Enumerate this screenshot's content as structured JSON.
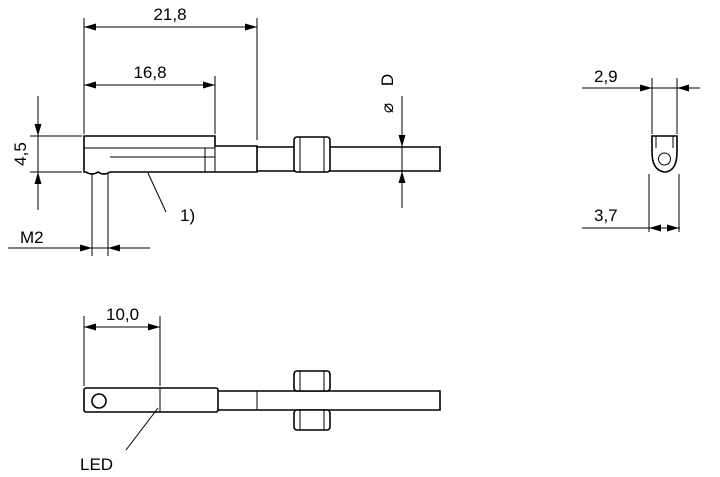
{
  "labels": {
    "dim_total_length": "21,8",
    "dim_body_length": "16,8",
    "dim_height": "4,5",
    "dim_thread": "M2",
    "dim_cable": "D",
    "diameter_symbol": "⌀",
    "note_ref": "1)",
    "dim_end_width": "2,9",
    "dim_end_total": "3,7",
    "dim_led_pos": "10,0",
    "led_label": "LED"
  }
}
